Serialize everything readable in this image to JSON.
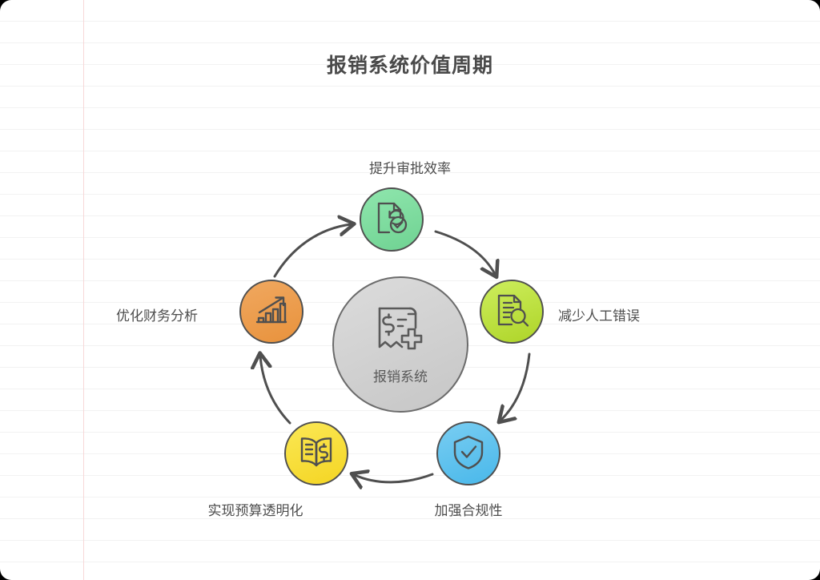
{
  "page": {
    "title": "报销系统价值周期",
    "background_style": "notebook-ruled-paper",
    "margin_line_color": "#f7d8d8",
    "rule_line_color": "#f2f2f2"
  },
  "diagram": {
    "type": "cycle",
    "direction": "clockwise",
    "center": {
      "label": "报销系统",
      "icon": "receipt-dollar-cross-icon",
      "fill": "#d2d2d2",
      "stroke": "#6b6b6b"
    },
    "nodes": [
      {
        "id": "node-top",
        "label": "提升审批效率",
        "icon": "document-clock-check-icon",
        "color": "#7fddA1",
        "position": "top"
      },
      {
        "id": "node-right",
        "label": "减少人工错误",
        "icon": "document-search-icon",
        "color": "#c0e43f",
        "position": "right"
      },
      {
        "id": "node-bottom-right",
        "label": "加强合规性",
        "icon": "shield-check-icon",
        "color": "#5fc4ee",
        "position": "bottom-right"
      },
      {
        "id": "node-bottom-left",
        "label": "实现预算透明化",
        "icon": "open-book-dollar-icon",
        "color": "#f7de3c",
        "position": "bottom-left"
      },
      {
        "id": "node-left",
        "label": "优化财务分析",
        "icon": "bar-chart-growth-icon",
        "color": "#ec9d4e",
        "position": "left"
      }
    ],
    "arrows": [
      {
        "id": "arrow-left-to-top",
        "from": "node-left",
        "to": "node-top"
      },
      {
        "id": "arrow-top-to-right",
        "from": "node-top",
        "to": "node-right"
      },
      {
        "id": "arrow-right-to-bottom-right",
        "from": "node-right",
        "to": "node-bottom-right"
      },
      {
        "id": "arrow-bottom-right-to-bottom-left",
        "from": "node-bottom-right",
        "to": "node-bottom-left"
      },
      {
        "id": "arrow-bottom-left-to-left",
        "from": "node-bottom-left",
        "to": "node-left"
      }
    ]
  }
}
